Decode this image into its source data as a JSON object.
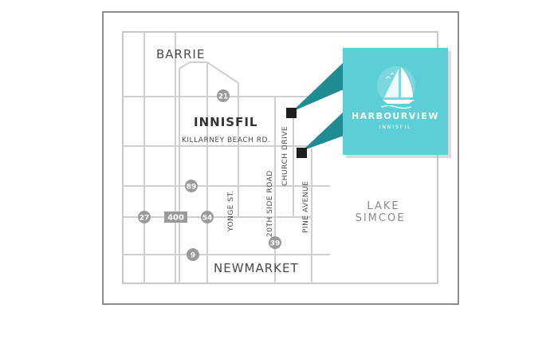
{
  "places": {
    "barrie": "BARRIE",
    "innisfil": "INNISFIL",
    "newmarket": "NEWMARKET",
    "lake_line1": "LAKE",
    "lake_line2": "SIMCOE"
  },
  "streets": {
    "killarney": "KILLARNEY BEACH RD.",
    "yonge": "YONGE ST.",
    "sideroad": "20TH SIDE ROAD",
    "church": "CHURCH DRIVE",
    "pine": "PINE AVENUE"
  },
  "highways": {
    "h21": "21",
    "h89": "89",
    "h27": "27",
    "h400": "400",
    "h54": "54",
    "h39": "39",
    "h9": "9"
  },
  "brand": {
    "name": "HARBOURVIEW",
    "location": "INNISFIL"
  },
  "colors": {
    "brand_teal": "#5ccfd6",
    "callout_teal": "#1f8c93",
    "marker": "#1e1e1e",
    "road": "#cfcfcf",
    "highway_badge": "#9a9a9a",
    "frame": "#8c8c8c"
  },
  "icons": {
    "logo": "sailboat-icon",
    "marker": "square-marker-icon"
  }
}
